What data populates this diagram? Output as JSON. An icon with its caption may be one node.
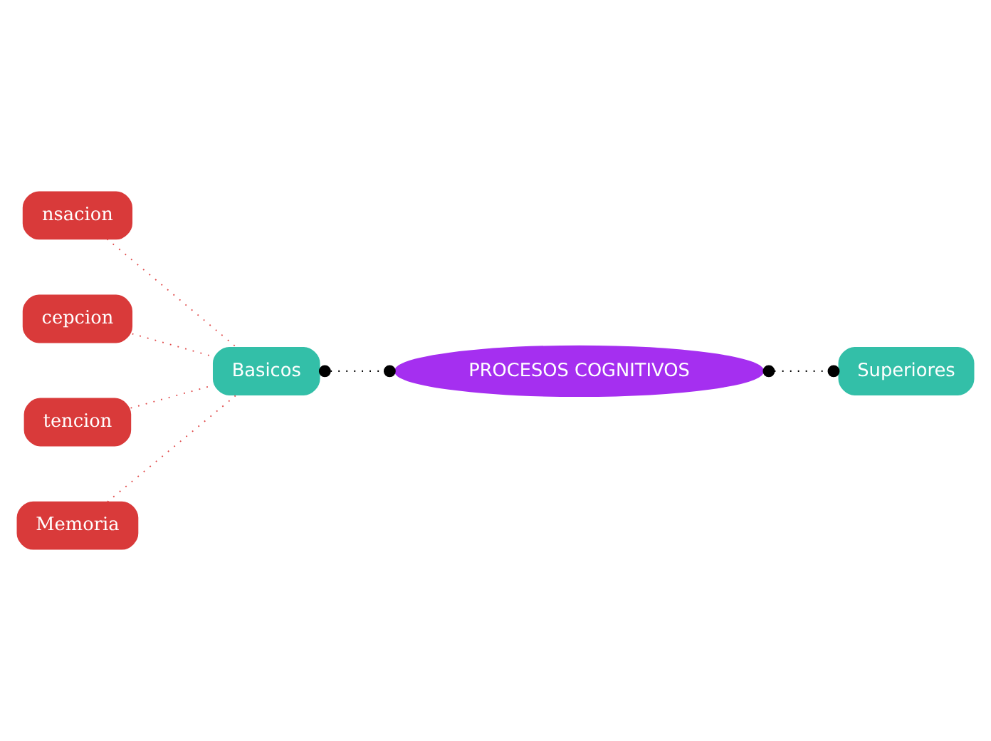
{
  "diagram": {
    "nodes": [
      {
        "text": [
          "PROCESOS COGNITIVOS"
        ]
      },
      {
        "text": [
          "Basicos"
        ]
      },
      {
        "text": [
          "Superiores"
        ]
      },
      {
        "text": [
          "nsacion"
        ]
      },
      {
        "text": [
          "cepcion"
        ]
      },
      {
        "text": [
          "tencion"
        ]
      },
      {
        "text": [
          "Memoria"
        ]
      }
    ],
    "edges": [
      {
        "from": 0,
        "to": 1,
        "arrow": "other",
        "style": "dashed",
        "color": "#000000"
      },
      {
        "from": 0,
        "to": 2,
        "arrow": "other",
        "style": "dashed",
        "color": "#000000"
      },
      {
        "from": 1,
        "to": 3,
        "arrow": "none",
        "style": "dashed"
      },
      {
        "from": 1,
        "to": 4,
        "arrow": "none",
        "style": "dashed"
      },
      {
        "from": 1,
        "to": 5,
        "arrow": "none",
        "style": "dashed"
      },
      {
        "from": 1,
        "to": 6,
        "arrow": "none",
        "style": "dashed"
      }
    ]
  }
}
